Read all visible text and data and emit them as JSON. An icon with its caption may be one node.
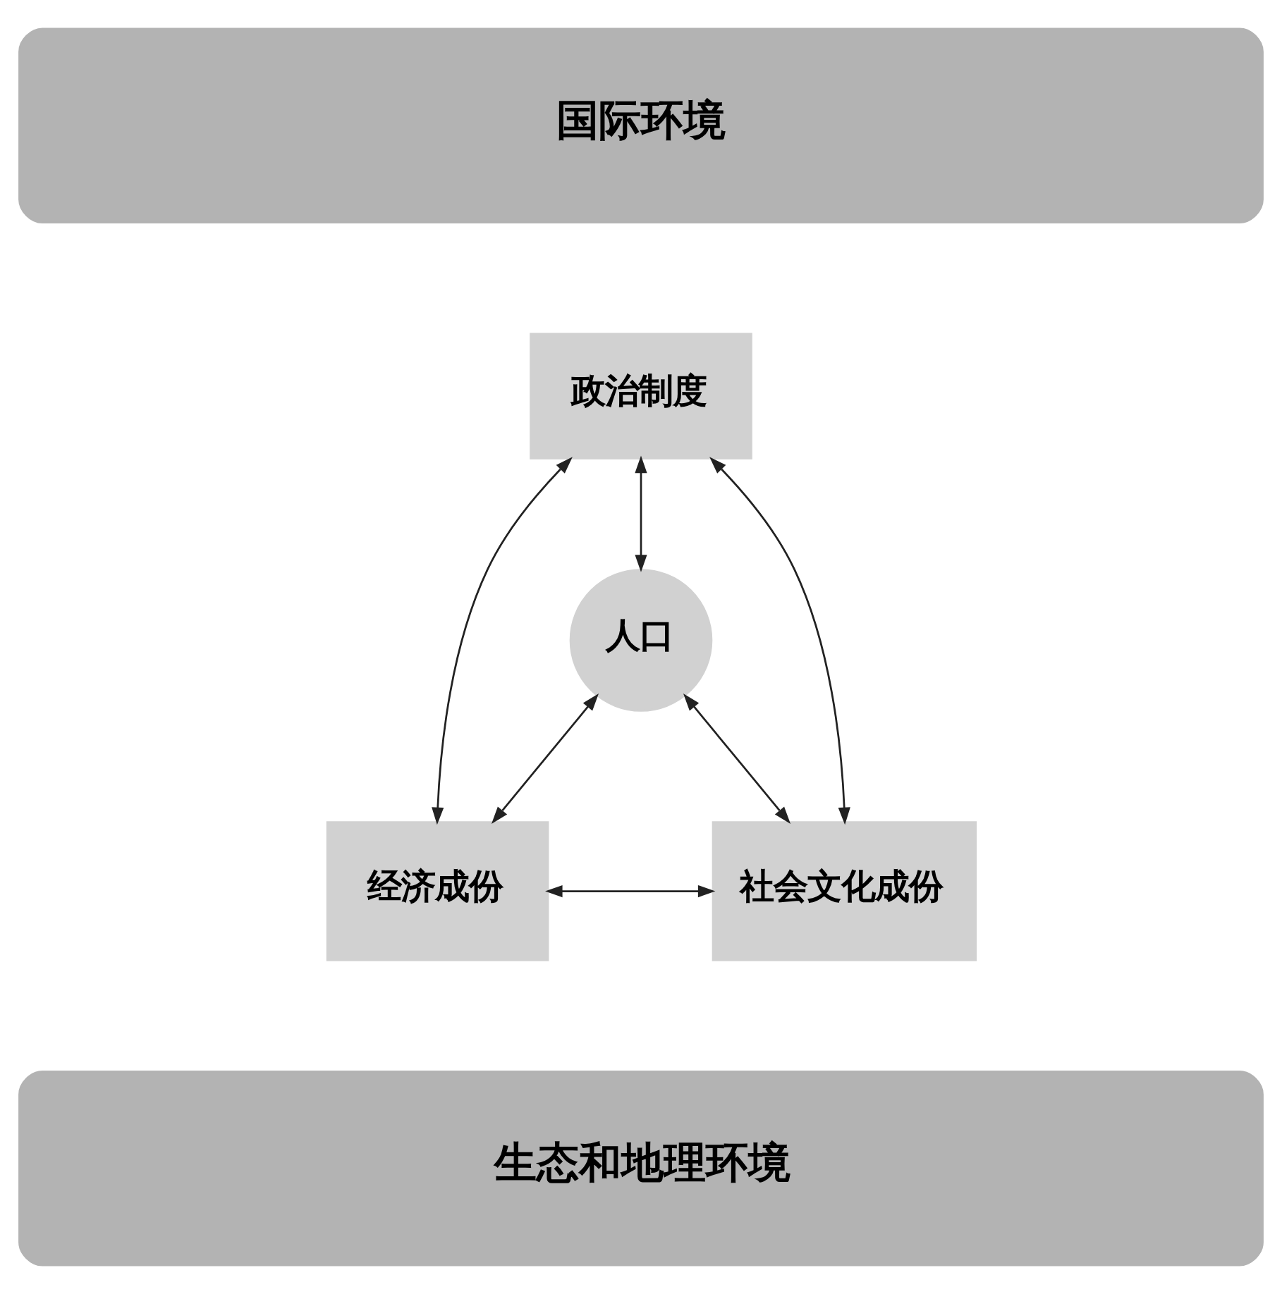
{
  "diagram": {
    "nodes": [
      {
        "text": [
          "国际环境"
        ]
      },
      {
        "text": [
          "政治制度"
        ]
      },
      {
        "text": [
          "人口"
        ]
      },
      {
        "text": [
          "经济成份"
        ]
      },
      {
        "text": [
          "社会文化成份"
        ]
      },
      {
        "text": [
          "生态和地理环境"
        ]
      }
    ],
    "edges": [
      {
        "from": 1,
        "to": 3,
        "arrow": "both"
      },
      {
        "from": 1,
        "to": 2,
        "arrow": "both"
      },
      {
        "from": 1,
        "to": 4,
        "arrow": "both"
      },
      {
        "from": 2,
        "to": 3,
        "arrow": "both"
      },
      {
        "from": 2,
        "to": 4,
        "arrow": "both"
      },
      {
        "from": 3,
        "to": 4,
        "arrow": "both"
      }
    ]
  }
}
